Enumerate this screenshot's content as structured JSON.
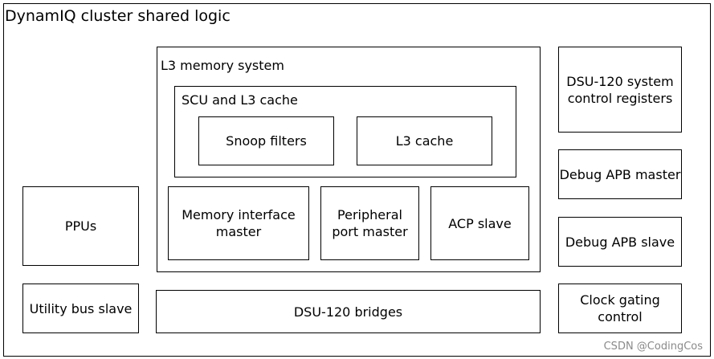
{
  "diagram": {
    "title": "DynamIQ cluster shared logic",
    "l3_memory_system": {
      "label": "L3 memory system",
      "scu": {
        "label": "SCU and L3 cache",
        "snoop_filters": "Snoop filters",
        "l3_cache": "L3 cache"
      },
      "memory_interface_master": [
        "Memory interface",
        "master"
      ],
      "peripheral_port_master": [
        "Peripheral",
        "port master"
      ],
      "acp_slave": "ACP slave"
    },
    "ppus": "PPUs",
    "utility_bus_slave": "Utility bus slave",
    "dsu_bridges": "DSU-120 bridges",
    "system_control_registers": [
      "DSU-120 system",
      "control registers"
    ],
    "debug_apb_master": "Debug APB master",
    "debug_apb_slave": "Debug APB slave",
    "clock_gating_control": [
      "Clock gating",
      "control"
    ]
  },
  "watermark": "CSDN @CodingCos"
}
